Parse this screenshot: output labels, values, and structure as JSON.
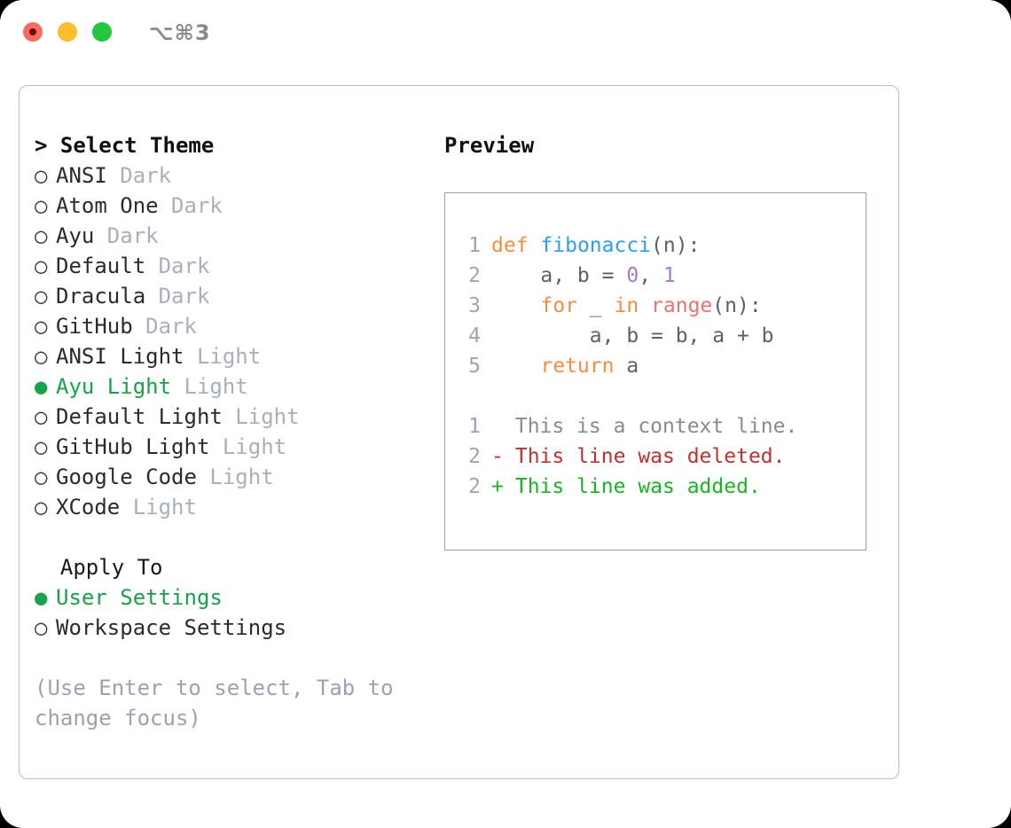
{
  "titlebar": {
    "shortcut": "⌥⌘3",
    "buttons": {
      "close": "close-button",
      "minimize": "minimize-button",
      "maximize": "maximize-button"
    }
  },
  "theme_selector": {
    "heading_prefix": "> ",
    "heading": "Select Theme",
    "items": [
      {
        "marker": "○",
        "selected": false,
        "name": "ANSI",
        "tag": "Dark"
      },
      {
        "marker": "○",
        "selected": false,
        "name": "Atom One",
        "tag": "Dark"
      },
      {
        "marker": "○",
        "selected": false,
        "name": "Ayu",
        "tag": "Dark"
      },
      {
        "marker": "○",
        "selected": false,
        "name": "Default",
        "tag": "Dark"
      },
      {
        "marker": "○",
        "selected": false,
        "name": "Dracula",
        "tag": "Dark"
      },
      {
        "marker": "○",
        "selected": false,
        "name": "GitHub",
        "tag": "Dark"
      },
      {
        "marker": "○",
        "selected": false,
        "name": "ANSI Light",
        "tag": "Light"
      },
      {
        "marker": "●",
        "selected": true,
        "name": "Ayu Light",
        "tag": "Light"
      },
      {
        "marker": "○",
        "selected": false,
        "name": "Default Light",
        "tag": "Light"
      },
      {
        "marker": "○",
        "selected": false,
        "name": "GitHub Light",
        "tag": "Light"
      },
      {
        "marker": "○",
        "selected": false,
        "name": "Google Code",
        "tag": "Light"
      },
      {
        "marker": "○",
        "selected": false,
        "name": "XCode",
        "tag": "Light"
      }
    ]
  },
  "apply_to": {
    "title": "  Apply To",
    "items": [
      {
        "marker": "●",
        "selected": true,
        "name": "User Settings"
      },
      {
        "marker": "○",
        "selected": false,
        "name": "Workspace Settings"
      }
    ]
  },
  "hint": "(Use Enter to select, Tab to change focus)",
  "preview": {
    "title": "Preview",
    "code_lines": [
      {
        "n": "1",
        "tokens": [
          {
            "t": "def",
            "c": "kw"
          },
          {
            "t": " ",
            "c": "plain"
          },
          {
            "t": "fibonacci",
            "c": "fn"
          },
          {
            "t": "(n):",
            "c": "punct"
          }
        ]
      },
      {
        "n": "2",
        "tokens": [
          {
            "t": "    a, b = ",
            "c": "plain"
          },
          {
            "t": "0",
            "c": "num"
          },
          {
            "t": ", ",
            "c": "plain"
          },
          {
            "t": "1",
            "c": "num"
          }
        ]
      },
      {
        "n": "3",
        "tokens": [
          {
            "t": "    ",
            "c": "plain"
          },
          {
            "t": "for",
            "c": "kw"
          },
          {
            "t": " _ ",
            "c": "plain"
          },
          {
            "t": "in",
            "c": "kw"
          },
          {
            "t": " ",
            "c": "plain"
          },
          {
            "t": "range",
            "c": "built"
          },
          {
            "t": "(n):",
            "c": "punct"
          }
        ]
      },
      {
        "n": "4",
        "tokens": [
          {
            "t": "        a, b = b, a + b",
            "c": "plain"
          }
        ]
      },
      {
        "n": "5",
        "tokens": [
          {
            "t": "    ",
            "c": "plain"
          },
          {
            "t": "return",
            "c": "kw"
          },
          {
            "t": " a",
            "c": "plain"
          }
        ]
      }
    ],
    "diff_lines": [
      {
        "n": "1",
        "sign": " ",
        "text": "This is a context line.",
        "kind": "ctx"
      },
      {
        "n": "2",
        "sign": "-",
        "text": "This line was deleted.",
        "kind": "del"
      },
      {
        "n": "2",
        "sign": "+",
        "text": "This line was added.",
        "kind": "add"
      }
    ]
  },
  "colors": {
    "accent_green": "#16a34a",
    "muted": "#a8b0bd",
    "hint": "#9aa3b2",
    "border": "#b3bcc9",
    "preview_border": "#97a3b4",
    "kw": "#fa8d3e",
    "fn": "#2d9ff0",
    "num": "#a37acc",
    "builtin": "#f07171",
    "diff_add": "#16b820",
    "diff_del": "#c62f2f",
    "line_number": "#9aa6b6"
  }
}
